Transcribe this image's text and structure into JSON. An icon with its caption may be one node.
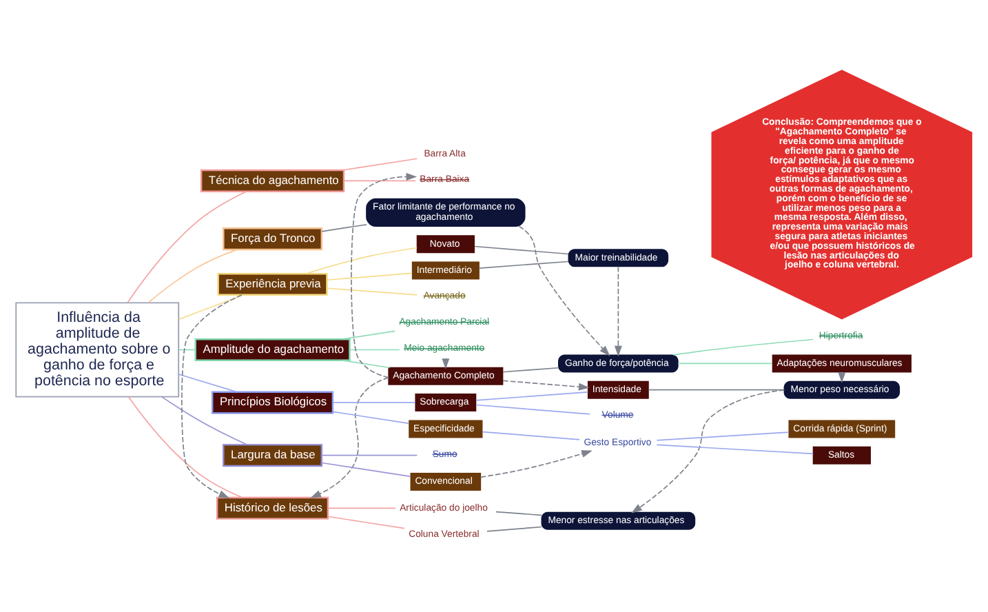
{
  "diagram": {
    "nodes": [
      {
        "text": [
          "Influência da amplitude de agachamento sobre o ganho de força e potência no esporte"
        ]
      },
      {
        "text": [
          "Técnica do agachamento"
        ]
      },
      {
        "text": [
          "Barra Alta"
        ]
      },
      {
        "text": [
          "Barra Baixa"
        ]
      },
      {
        "text": [
          "Força do Tronco"
        ]
      },
      {
        "text": [
          "Fator limitante de performance no agachamento"
        ]
      },
      {
        "text": [
          "Experiência previa"
        ]
      },
      {
        "text": [
          "Novato"
        ]
      },
      {
        "text": [
          "Intermediário"
        ]
      },
      {
        "text": [
          "Avançado"
        ]
      },
      {
        "text": [
          "Maior treinabilidade"
        ]
      },
      {
        "text": [
          "Amplitude do agachamento"
        ]
      },
      {
        "text": [
          "Agachamento Parcial"
        ]
      },
      {
        "text": [
          "Meio agachamento"
        ]
      },
      {
        "text": [
          "Agachamento Completo"
        ]
      },
      {
        "text": [
          "Ganho de força/potência"
        ]
      },
      {
        "text": [
          "Hipertrofia"
        ]
      },
      {
        "text": [
          "Adaptações neuromusculares"
        ]
      },
      {
        "text": [
          "Princípios Biológicos"
        ]
      },
      {
        "text": [
          "Sobrecarga"
        ]
      },
      {
        "text": [
          "Intensidade"
        ]
      },
      {
        "text": [
          "Volume"
        ]
      },
      {
        "text": [
          "Menor peso necessário"
        ]
      },
      {
        "text": [
          "Especificidade"
        ]
      },
      {
        "text": [
          "Gesto Esportivo"
        ]
      },
      {
        "text": [
          "Corrida rápida (Sprint)"
        ]
      },
      {
        "text": [
          "Saltos"
        ]
      },
      {
        "text": [
          "Largura da base"
        ]
      },
      {
        "text": [
          "Sumo"
        ]
      },
      {
        "text": [
          "Convencional"
        ]
      },
      {
        "text": [
          "Histórico de lesões"
        ]
      },
      {
        "text": [
          "Articulação do joelho"
        ]
      },
      {
        "text": [
          "Coluna Vertebral"
        ]
      },
      {
        "text": [
          "Menor estresse nas articulações"
        ]
      },
      {
        "text": [
          "Conclusão: Compreendemos que o \"Agachamento Completo\" se revela como uma amplitude eficiente para o ganho de força/ potência, já que o mesmo consegue gerar os mesmo estímulos adaptativos que as outras formas de agachamento, porém com o benefício de se utilizar menos peso para a mesma resposta. Além disso, representa uma variação mais segura para atletas iniciantes e/ou que possuem históricos de lesão nas articulações do joelho e coluna vertebral."
        ]
      }
    ],
    "edges": [
      {
        "from": 0,
        "to": 1,
        "arrow": "none",
        "color": "#f4a3a3"
      },
      {
        "from": 1,
        "to": 2,
        "arrow": "none",
        "color": "#f4a3a3"
      },
      {
        "from": 1,
        "to": 3,
        "arrow": "none",
        "color": "#f4a3a3"
      },
      {
        "from": 0,
        "to": 4,
        "arrow": "none",
        "color": "#f9c89b"
      },
      {
        "from": 4,
        "to": 5,
        "arrow": "none"
      },
      {
        "from": 0,
        "to": 6,
        "arrow": "none",
        "color": "#f7dc8c"
      },
      {
        "from": 6,
        "to": 7,
        "arrow": "none",
        "color": "#f7dc8c"
      },
      {
        "from": 6,
        "to": 8,
        "arrow": "none",
        "color": "#f7dc8c"
      },
      {
        "from": 6,
        "to": 9,
        "arrow": "none",
        "color": "#f7dc8c"
      },
      {
        "from": 7,
        "to": 10,
        "arrow": "none"
      },
      {
        "from": 8,
        "to": 10,
        "arrow": "none"
      },
      {
        "from": 0,
        "to": 11,
        "arrow": "none",
        "color": "#8fdcb8"
      },
      {
        "from": 11,
        "to": 12,
        "arrow": "none",
        "color": "#8fdcb8"
      },
      {
        "from": 11,
        "to": 13,
        "arrow": "none",
        "color": "#8fdcb8"
      },
      {
        "from": 11,
        "to": 14,
        "arrow": "none",
        "color": "#8fdcb8"
      },
      {
        "from": 14,
        "to": 15,
        "arrow": "none"
      },
      {
        "from": 15,
        "to": 16,
        "arrow": "none",
        "color": "#8fdcb8"
      },
      {
        "from": 15,
        "to": 17,
        "arrow": "none",
        "color": "#8fdcb8"
      },
      {
        "from": 0,
        "to": 18,
        "arrow": "none",
        "color": "#9aa8f0"
      },
      {
        "from": 18,
        "to": 19,
        "arrow": "none",
        "color": "#9aa8f0"
      },
      {
        "from": 18,
        "to": 23,
        "arrow": "none",
        "color": "#9aa8f0"
      },
      {
        "from": 19,
        "to": 20,
        "arrow": "none",
        "color": "#9aa8f0"
      },
      {
        "from": 19,
        "to": 21,
        "arrow": "none",
        "color": "#9aa8f0"
      },
      {
        "from": 20,
        "to": 22,
        "arrow": "none"
      },
      {
        "from": 23,
        "to": 24,
        "arrow": "none",
        "color": "#9aa8f0"
      },
      {
        "from": 24,
        "to": 25,
        "arrow": "none",
        "color": "#9aa8f0"
      },
      {
        "from": 24,
        "to": 26,
        "arrow": "none",
        "color": "#9aa8f0"
      },
      {
        "from": 0,
        "to": 27,
        "arrow": "none",
        "color": "#9a96d8"
      },
      {
        "from": 27,
        "to": 28,
        "arrow": "none",
        "color": "#9a96d8"
      },
      {
        "from": 27,
        "to": 29,
        "arrow": "none",
        "color": "#9a96d8"
      },
      {
        "from": 0,
        "to": 30,
        "arrow": "none",
        "color": "#f4a3a3"
      },
      {
        "from": 30,
        "to": 31,
        "arrow": "none",
        "color": "#f4a3a3"
      },
      {
        "from": 30,
        "to": 32,
        "arrow": "none",
        "color": "#f4a3a3"
      },
      {
        "from": 31,
        "to": 33,
        "arrow": "none"
      },
      {
        "from": 32,
        "to": 33,
        "arrow": "none"
      },
      {
        "from": 14,
        "to": 3,
        "arrow": "to",
        "style": "dashed"
      },
      {
        "from": 5,
        "to": 15,
        "arrow": "to",
        "style": "dashed"
      },
      {
        "from": 10,
        "to": 15,
        "arrow": "to",
        "style": "dashed"
      },
      {
        "from": 13,
        "to": 14,
        "arrow": "to",
        "style": "dashed"
      },
      {
        "from": 6,
        "to": 30,
        "arrow": "to",
        "style": "dashed"
      },
      {
        "from": 14,
        "to": 30,
        "arrow": "to",
        "style": "dashed"
      },
      {
        "from": 14,
        "to": 20,
        "arrow": "to",
        "style": "dashed"
      },
      {
        "from": 17,
        "to": 22,
        "arrow": "to",
        "style": "dashed"
      },
      {
        "from": 22,
        "to": 33,
        "arrow": "to",
        "style": "dashed"
      },
      {
        "from": 29,
        "to": 24,
        "arrow": "to",
        "style": "dashed"
      }
    ]
  }
}
